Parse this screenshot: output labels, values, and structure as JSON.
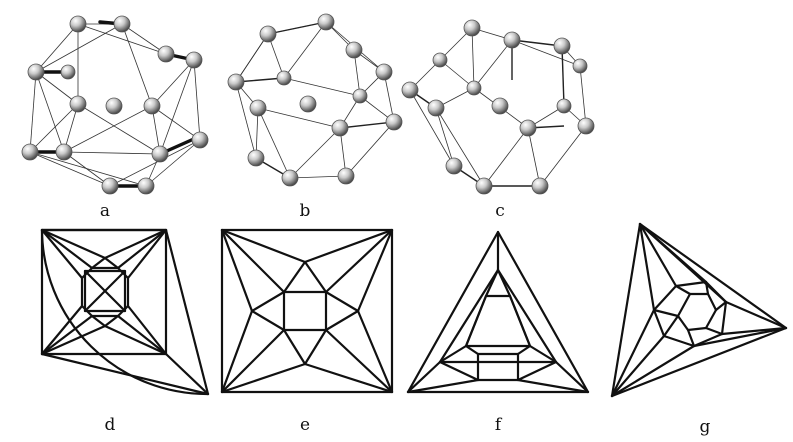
{
  "figure": {
    "panels": [
      {
        "id": "a",
        "label": "a",
        "kind": "ball-and-stick cluster"
      },
      {
        "id": "b",
        "label": "b",
        "kind": "ball-and-stick cluster"
      },
      {
        "id": "c",
        "label": "c",
        "kind": "ball-and-stick cluster"
      },
      {
        "id": "d",
        "label": "d",
        "kind": "planar graph"
      },
      {
        "id": "e",
        "label": "e",
        "kind": "planar graph"
      },
      {
        "id": "f",
        "label": "f",
        "kind": "planar graph"
      },
      {
        "id": "g",
        "label": "g",
        "kind": "planar graph"
      }
    ]
  }
}
